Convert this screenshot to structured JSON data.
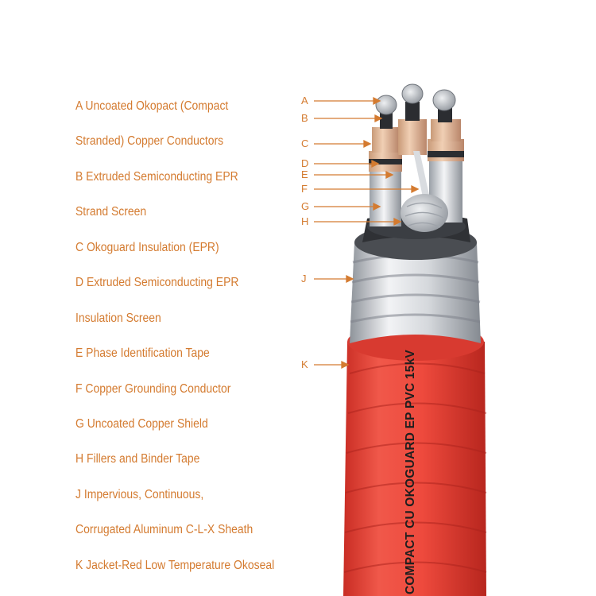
{
  "legend": [
    "A Uncoated Okopact (Compact",
    "Stranded) Copper Conductors",
    "B Extruded Semiconducting EPR",
    "Strand Screen",
    "C Okoguard Insulation (EPR)",
    "D Extruded Semiconducting EPR",
    "Insulation Screen",
    "E Phase Identification Tape",
    "F Copper Grounding Conductor",
    "G Uncoated Copper Shield",
    "H Fillers and Binder Tape",
    "J Impervious, Continuous,",
    "Corrugated Aluminum C-L-X Sheath",
    "K Jacket-Red Low Temperature Okoseal"
  ],
  "callouts": [
    "A",
    "B",
    "C",
    "D",
    "E",
    "F",
    "G",
    "H",
    "J",
    "K"
  ],
  "jacket_print": "COMPACT CU OKOGUARD EP PVC 15kV",
  "colors": {
    "label": "#d47b30",
    "jacket": "#e8453a",
    "insulation": "#e2b898",
    "sheath": "#c9ccd2",
    "conductor": "#b8bcc2"
  }
}
